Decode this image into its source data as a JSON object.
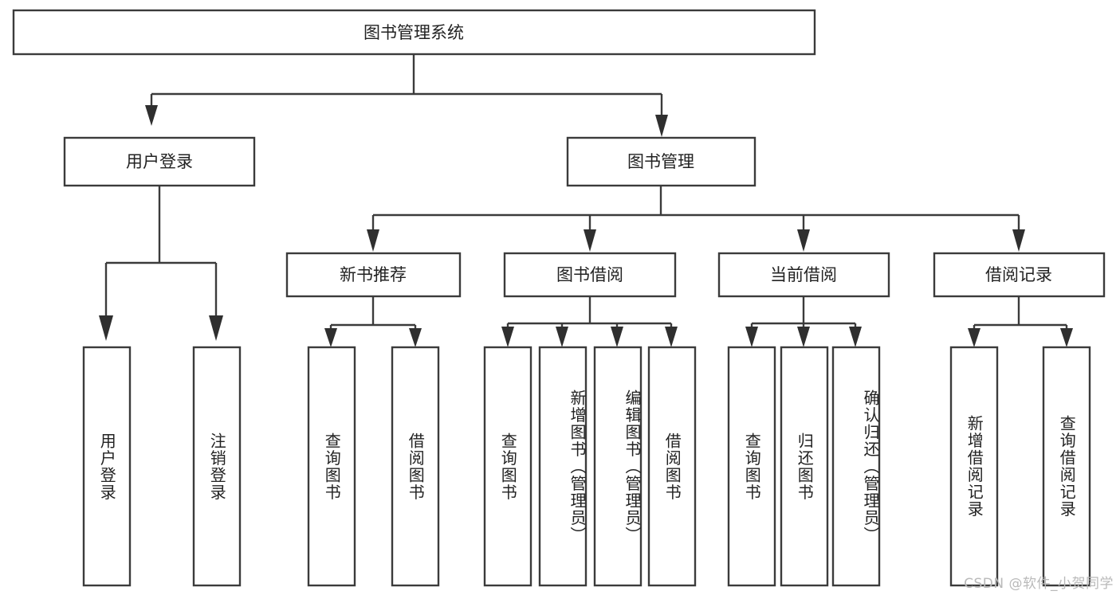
{
  "diagram": {
    "title": "图书管理系统",
    "type": "hierarchical-tree",
    "watermark": "CSDN @软件_小贺同学",
    "root": {
      "id": "root",
      "label": "图书管理系统"
    },
    "level1": [
      {
        "id": "user-login",
        "label": "用户登录"
      },
      {
        "id": "book-manage",
        "label": "图书管理"
      }
    ],
    "level2": [
      {
        "id": "new-book-recommend",
        "label": "新书推荐",
        "parent": "book-manage"
      },
      {
        "id": "book-borrow",
        "label": "图书借阅",
        "parent": "book-manage"
      },
      {
        "id": "current-borrow",
        "label": "当前借阅",
        "parent": "book-manage"
      },
      {
        "id": "borrow-record",
        "label": "借阅记录",
        "parent": "book-manage"
      }
    ],
    "leaves": [
      {
        "id": "leaf-user-login",
        "label": "用户登录",
        "parent": "user-login"
      },
      {
        "id": "leaf-logout-login",
        "label": "注销登录",
        "parent": "user-login"
      },
      {
        "id": "leaf-query-book-1",
        "label": "查询图书",
        "parent": "new-book-recommend"
      },
      {
        "id": "leaf-borrow-book-1",
        "label": "借阅图书",
        "parent": "new-book-recommend"
      },
      {
        "id": "leaf-query-book-2",
        "label": "查询图书",
        "parent": "book-borrow"
      },
      {
        "id": "leaf-add-book",
        "label": "新增图书（管理员）",
        "parent": "book-borrow"
      },
      {
        "id": "leaf-edit-book",
        "label": "编辑图书（管理员）",
        "parent": "book-borrow"
      },
      {
        "id": "leaf-borrow-book-2",
        "label": "借阅图书",
        "parent": "book-borrow"
      },
      {
        "id": "leaf-query-book-3",
        "label": "查询图书",
        "parent": "current-borrow"
      },
      {
        "id": "leaf-return-book",
        "label": "归还图书",
        "parent": "current-borrow"
      },
      {
        "id": "leaf-confirm-return",
        "label": "确认归还（管理员）",
        "parent": "current-borrow"
      },
      {
        "id": "leaf-add-record",
        "label": "新增借阅记录",
        "parent": "borrow-record"
      },
      {
        "id": "leaf-query-record",
        "label": "查询借阅记录",
        "parent": "borrow-record"
      }
    ],
    "colors": {
      "box_stroke": "#3b3b3b",
      "box_fill": "#ffffff",
      "connector": "#3b3b3b",
      "text": "#222222",
      "watermark": "#b9b9b9",
      "background": "#ffffff"
    }
  }
}
